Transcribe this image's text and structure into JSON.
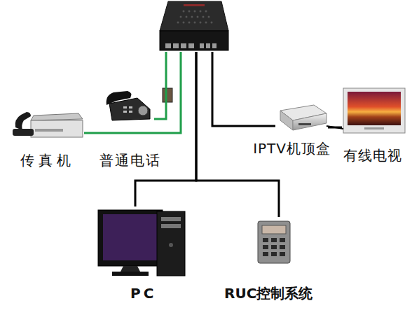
{
  "diagram": {
    "nodes": [
      {
        "text": []
      },
      {
        "text": [
          "传真机"
        ]
      },
      {
        "text": [
          "普通电话"
        ]
      },
      {
        "text": [
          "IPTV机顶盒"
        ]
      },
      {
        "text": [
          "有线电视"
        ]
      },
      {
        "text": [
          "PC"
        ]
      },
      {
        "text": [
          "RUC控制系统"
        ]
      }
    ],
    "edges": [
      {
        "from": 0,
        "to": 1,
        "arrow": "none"
      },
      {
        "from": 0,
        "to": 2,
        "arrow": "none"
      },
      {
        "from": 0,
        "to": 3,
        "arrow": "none"
      },
      {
        "from": 3,
        "to": 4,
        "arrow": "none"
      },
      {
        "from": 0,
        "to": 5,
        "arrow": "none"
      },
      {
        "from": 0,
        "to": 6,
        "arrow": "none"
      }
    ]
  }
}
